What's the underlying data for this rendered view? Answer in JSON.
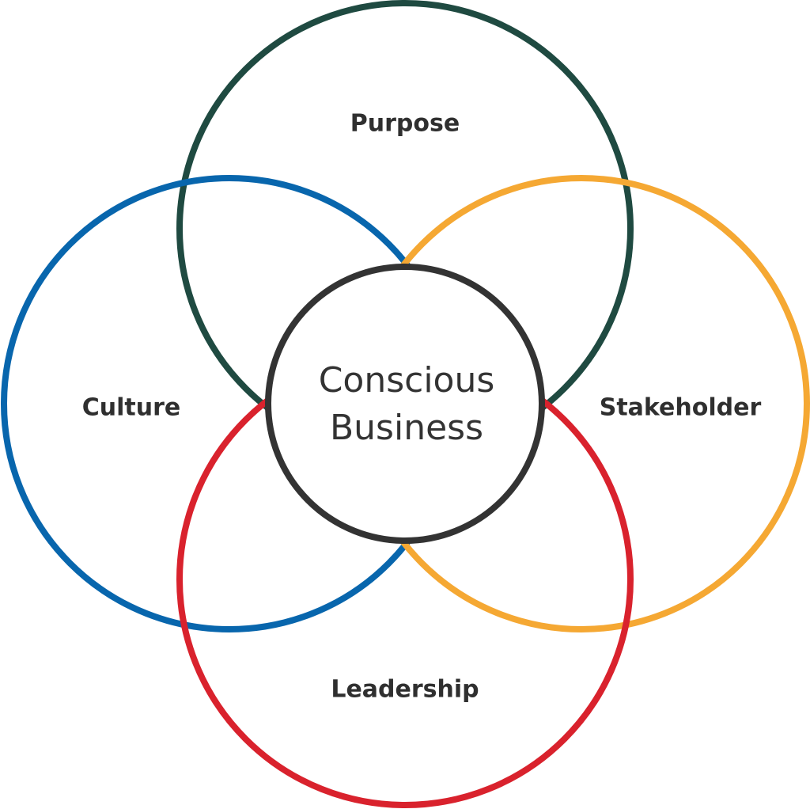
{
  "diagram": {
    "center": {
      "line1": "Conscious",
      "line2": "Business",
      "color": "#333333"
    },
    "rings": [
      {
        "id": "purpose",
        "label": "Purpose",
        "color": "#1f4a41"
      },
      {
        "id": "culture",
        "label": "Culture",
        "color": "#0866ad"
      },
      {
        "id": "stakeholder",
        "label": "Stakeholder",
        "color": "#f5a833"
      },
      {
        "id": "leadership",
        "label": "Leadership",
        "color": "#d9222d"
      }
    ]
  }
}
